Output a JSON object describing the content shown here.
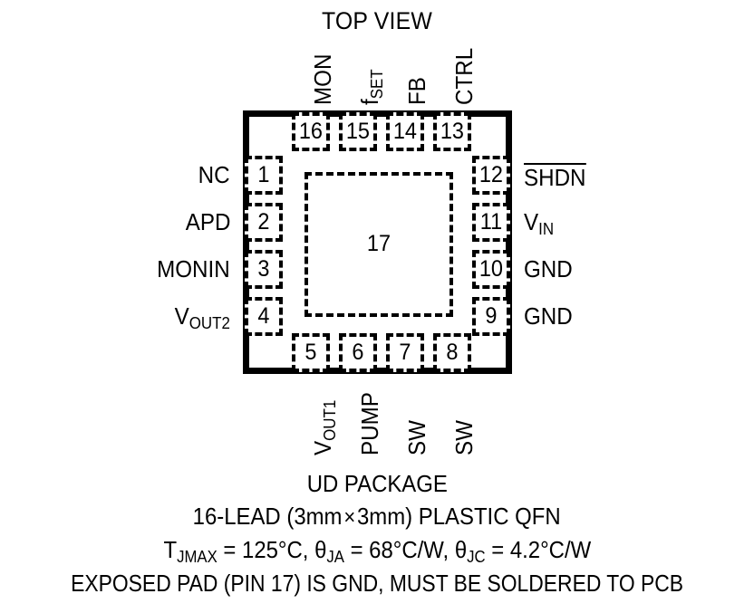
{
  "diagram": {
    "title": "TOP VIEW",
    "package_outline": "qfn-body",
    "exposed_pad": {
      "number": "17",
      "note": "exposed-pad"
    },
    "pins": {
      "left": [
        {
          "number": "1",
          "label": "NC"
        },
        {
          "number": "2",
          "label": "APD"
        },
        {
          "number": "3",
          "label": "MONIN"
        },
        {
          "number": "4",
          "label": "V",
          "sub": "OUT2"
        }
      ],
      "right": [
        {
          "number": "12",
          "label": "SHDN",
          "overbar": true
        },
        {
          "number": "11",
          "label": "V",
          "sub": "IN"
        },
        {
          "number": "10",
          "label": "GND"
        },
        {
          "number": "9",
          "label": "GND"
        }
      ],
      "top": [
        {
          "number": "16",
          "label": "MON"
        },
        {
          "number": "15",
          "label": "f",
          "sub": "SET"
        },
        {
          "number": "14",
          "label": "FB"
        },
        {
          "number": "13",
          "label": "CTRL"
        }
      ],
      "bottom": [
        {
          "number": "5",
          "label": "V",
          "sub": "OUT1"
        },
        {
          "number": "6",
          "label": "PUMP"
        },
        {
          "number": "7",
          "label": "SW"
        },
        {
          "number": "8",
          "label": "SW"
        }
      ]
    }
  },
  "caption": {
    "line1": "UD PACKAGE",
    "line2_pre": "16-LEAD (3mm",
    "line2_times": "×",
    "line2_post": "3mm) PLASTIC QFN",
    "line3": {
      "tj_symbol": "T",
      "tj_sub": "JMAX",
      "tj_value": " = 125°C, ",
      "tja_symbol": "θ",
      "tja_sub": "JA",
      "tja_value": " = 68°C/W, ",
      "tjc_symbol": "θ",
      "tjc_sub": "JC",
      "tjc_value": " = 4.2°C/W"
    },
    "line4": "EXPOSED PAD (PIN 17) IS GND, MUST BE SOLDERED TO PCB"
  },
  "colors": {
    "ink": "#000000",
    "background": "#ffffff"
  }
}
